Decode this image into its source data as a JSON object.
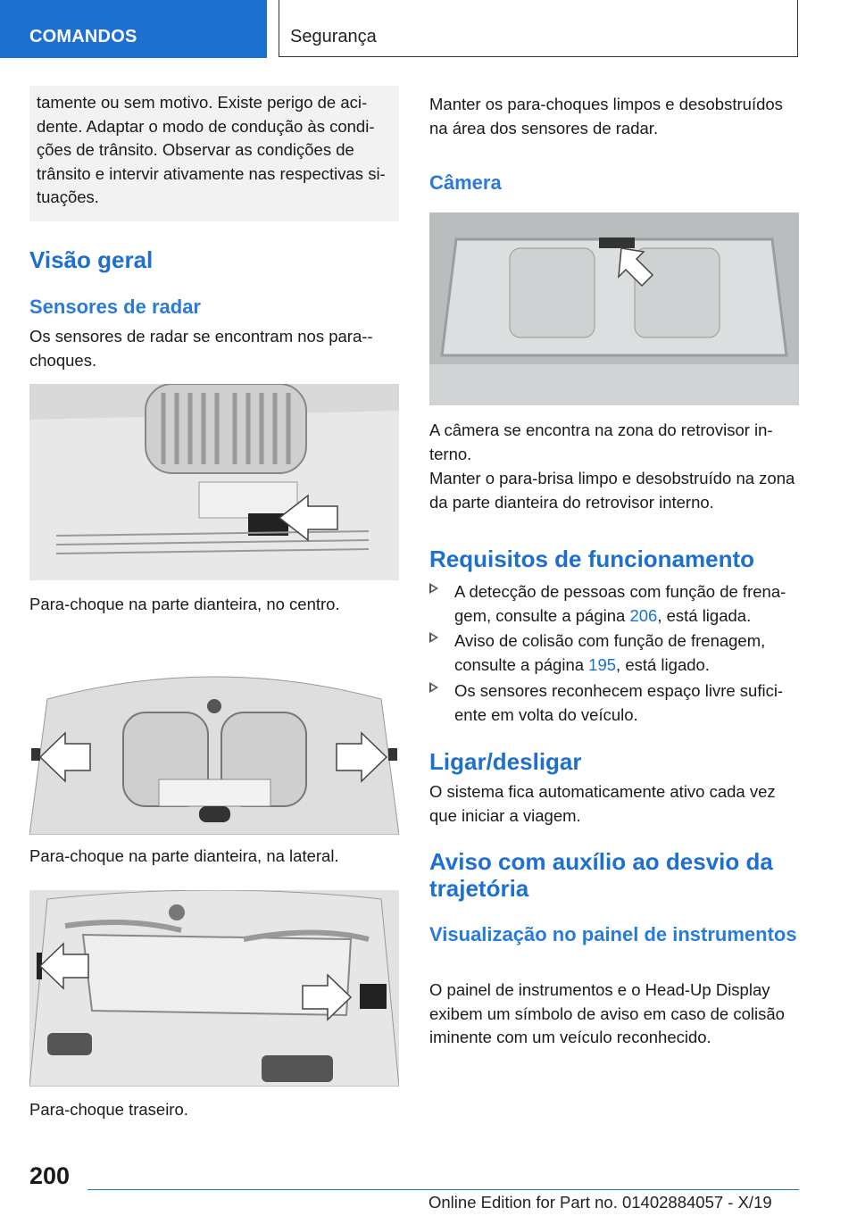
{
  "header": {
    "section": "COMANDOS",
    "chapter": "Segurança"
  },
  "left": {
    "warning_text": "tamente ou sem motivo. Existe perigo de aci-dente. Adaptar o modo de condução às condi-ções de trânsito. Observar as condições de trânsito e intervir ativamente nas respectivas si-tuações.",
    "h_overview": "Visão geral",
    "h_radar": "Sensores de radar",
    "radar_text": "Os sensores de radar se encontram nos para--choques.",
    "cap1": "Para-choque na parte dianteira, no centro.",
    "cap2": "Para-choque na parte dianteira, na lateral.",
    "cap3": "Para-choque traseiro."
  },
  "right": {
    "keep_clean": "Manter os para-choques limpos e desobstruídos na área dos sensores de radar.",
    "h_camera": "Câmera",
    "camera_text1": "A câmera se encontra na zona do retrovisor in-terno.",
    "camera_text2": "Manter o para-brisa limpo e desobstruído na zona da parte dianteira do retrovisor interno.",
    "h_requirements": "Requisitos de funcionamento",
    "bullets": [
      {
        "pre": "A detecção de pessoas com função de frena-gem, consulte a página ",
        "link": "206",
        "post": ", está ligada."
      },
      {
        "pre": "Aviso de colisão com função de frenagem, consulte a página ",
        "link": "195",
        "post": ", está ligado."
      },
      {
        "pre": "Os sensores reconhecem espaço livre sufici-ente em volta do veículo.",
        "link": "",
        "post": ""
      }
    ],
    "h_onoff": "Ligar/desligar",
    "onoff_text": "O sistema fica automaticamente ativo cada vez que iniciar a viagem.",
    "h_lane": "Aviso com auxílio ao desvio da trajetória",
    "h_display": "Visualização no painel de instrumentos",
    "display_text": "O painel de instrumentos e o Head-Up Display exibem um símbolo de aviso em caso de colisão iminente com um veículo reconhecido."
  },
  "footer": {
    "page": "200",
    "edition": "Online Edition for Part no. 01402884057 - X/19"
  }
}
